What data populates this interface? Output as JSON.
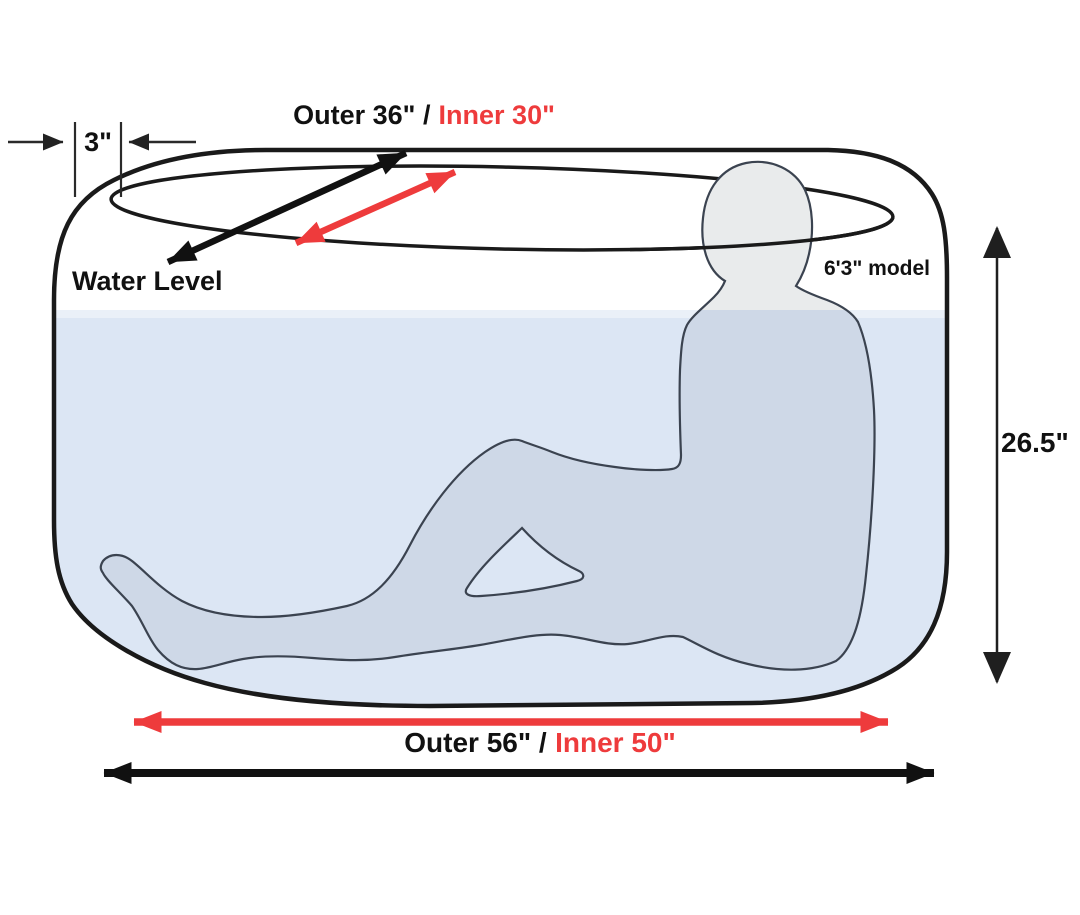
{
  "diagram": {
    "wall_thickness_label": "3\"",
    "top_dimension": {
      "outer_label": "Outer 36\" /",
      "inner_label": "Inner 30\""
    },
    "water_level_label": "Water Level",
    "model_label": "6'3\" model",
    "height_label": "26.5\"",
    "bottom_dimension": {
      "outer_label": "Outer 56\" /",
      "inner_label": "Inner 50\""
    },
    "colors": {
      "accent_red": "#ee3b3c",
      "ink": "#111111",
      "tub_outline": "#1a1a1a",
      "water": "#dce6f4",
      "water_surface": "#eaf0f8",
      "body_submerged": "#ced8e7",
      "body_above_water": "#e9ebec",
      "body_outline": "#3b4350"
    }
  }
}
